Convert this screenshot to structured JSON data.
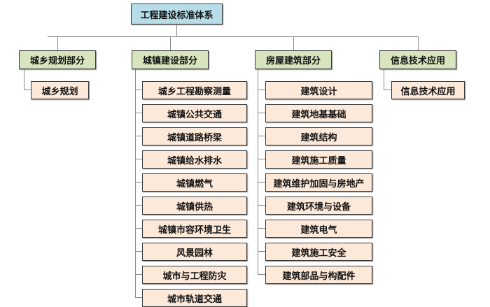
{
  "root": "工程建设标准体系",
  "colors": {
    "root": "#b7dde8",
    "category": "#d7e4bd",
    "item": "#fde9d9"
  },
  "categories": [
    {
      "label": "城乡规划部分",
      "items": [
        "城乡规划"
      ]
    },
    {
      "label": "城镇建设部分",
      "items": [
        "城乡工程勘察测量",
        "城镇公共交通",
        "城镇道路桥梁",
        "城镇给水排水",
        "城镇燃气",
        "城镇供热",
        "城镇市容环境卫生",
        "风景园林",
        "城市与工程防灾",
        "城市轨道交通"
      ]
    },
    {
      "label": "房屋建筑部分",
      "items": [
        "建筑设计",
        "建筑地基基础",
        "建筑结构",
        "建筑施工质量",
        "建筑维护加固与房地产",
        "建筑环境与设备",
        "建筑电气",
        "建筑施工安全",
        "建筑部品与构配件"
      ]
    },
    {
      "label": "信息技术应用",
      "items": [
        "信息技术应用"
      ]
    }
  ]
}
